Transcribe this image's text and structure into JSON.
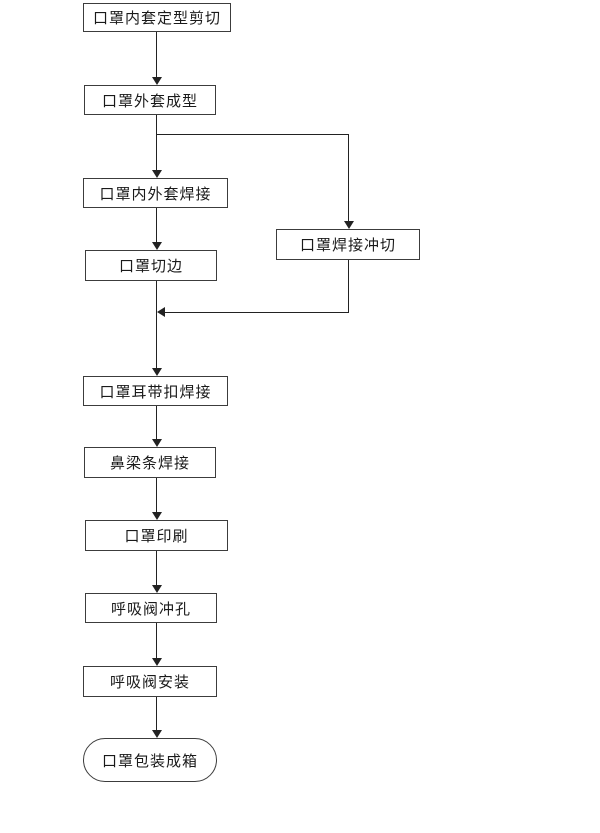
{
  "flowchart": {
    "colors": {
      "background": "#ffffff",
      "box_border": "#3c3c3c",
      "line": "#222222",
      "text": "#1a1a1a"
    },
    "nodes": [
      {
        "id": "inner-cover-shaping-cut",
        "label": "口罩内套定型剪切",
        "shape": "rect"
      },
      {
        "id": "outer-cover-forming",
        "label": "口罩外套成型",
        "shape": "rect"
      },
      {
        "id": "inner-outer-welding",
        "label": "口罩内外套焊接",
        "shape": "rect"
      },
      {
        "id": "edge-trimming",
        "label": "口罩切边",
        "shape": "rect"
      },
      {
        "id": "welding-punch-cut",
        "label": "口罩焊接冲切",
        "shape": "rect"
      },
      {
        "id": "ear-strap-buckle-welding",
        "label": "口罩耳带扣焊接",
        "shape": "rect"
      },
      {
        "id": "nose-bridge-welding",
        "label": "鼻梁条焊接",
        "shape": "rect"
      },
      {
        "id": "mask-printing",
        "label": "口罩印刷",
        "shape": "rect"
      },
      {
        "id": "valve-punching",
        "label": "呼吸阀冲孔",
        "shape": "rect"
      },
      {
        "id": "valve-installation",
        "label": "呼吸阀安装",
        "shape": "rect"
      },
      {
        "id": "packing-into-boxes",
        "label": "口罩包装成箱",
        "shape": "stadium"
      }
    ],
    "edges": [
      {
        "from": "inner-cover-shaping-cut",
        "to": "outer-cover-forming"
      },
      {
        "from": "outer-cover-forming",
        "to": "inner-outer-welding"
      },
      {
        "from": "outer-cover-forming",
        "to": "welding-punch-cut"
      },
      {
        "from": "inner-outer-welding",
        "to": "edge-trimming"
      },
      {
        "from": "edge-trimming",
        "to": "ear-strap-buckle-welding"
      },
      {
        "from": "welding-punch-cut",
        "to": "ear-strap-buckle-welding"
      },
      {
        "from": "ear-strap-buckle-welding",
        "to": "nose-bridge-welding"
      },
      {
        "from": "nose-bridge-welding",
        "to": "mask-printing"
      },
      {
        "from": "mask-printing",
        "to": "valve-punching"
      },
      {
        "from": "valve-punching",
        "to": "valve-installation"
      },
      {
        "from": "valve-installation",
        "to": "packing-into-boxes"
      }
    ]
  }
}
